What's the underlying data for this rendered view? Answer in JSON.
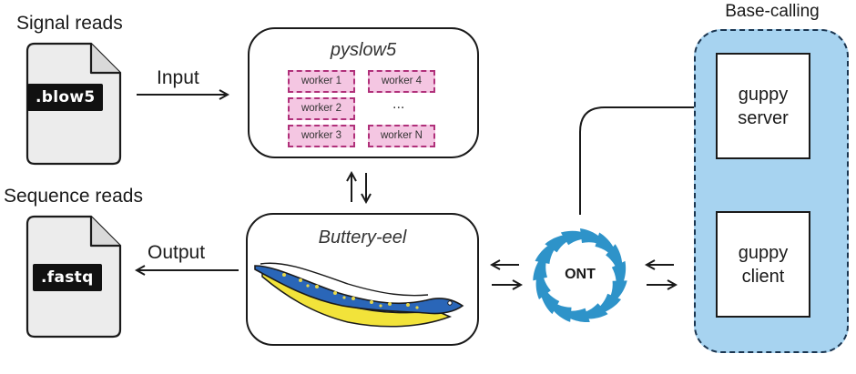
{
  "labels": {
    "signal_reads": "Signal reads",
    "sequence_reads": "Sequence reads",
    "input": "Input",
    "output": "Output",
    "base_calling": "Base-calling"
  },
  "files": {
    "blow5": ".blow5",
    "fastq": ".fastq"
  },
  "pyslow5": {
    "title": "pyslow5",
    "workers_left": [
      "worker 1",
      "worker 2",
      "worker 3"
    ],
    "workers_right": [
      "worker 4",
      "...",
      "worker N"
    ]
  },
  "buttery_eel": {
    "title": "Buttery-eel"
  },
  "ont": {
    "label": "ONT"
  },
  "guppy": {
    "server": [
      "guppy",
      "server"
    ],
    "client": [
      "guppy",
      "client"
    ]
  },
  "colors": {
    "worker_fill": "#f4c6e2",
    "worker_border": "#b0307a",
    "basecall_fill": "#a7d3f0",
    "eel_body": "#2a66b8",
    "eel_belly": "#f2e33a",
    "ont_swirl": "#2e93c9"
  },
  "icons": {
    "file": "document-icon",
    "eel": "eel-illustration",
    "ont": "ont-swirl-logo",
    "bidirectional": "up-down-arrows-icon",
    "exchange": "left-right-arrows-icon"
  }
}
